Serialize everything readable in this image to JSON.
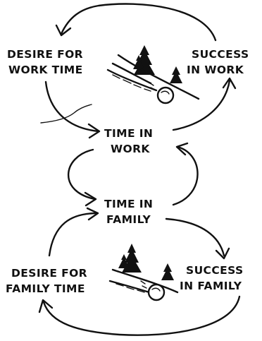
{
  "nodes": {
    "desire_work": [
      "DESIRE FOR",
      "WORK TIME"
    ],
    "success_work": [
      "SUCCESS",
      "IN WORK"
    ],
    "time_work": [
      "TIME IN",
      "WORK"
    ],
    "time_family": [
      "TIME IN",
      "FAMILY"
    ],
    "desire_family": [
      "DESIRE FOR",
      "FAMILY TIME"
    ],
    "success_family": [
      "SUCCESS",
      "IN FAMILY"
    ]
  },
  "icons": {
    "top": "snowball-rolling-downhill-icon",
    "bottom": "snowball-rolling-downhill-icon"
  },
  "colors": {
    "ink": "#111111",
    "background": "#ffffff"
  }
}
